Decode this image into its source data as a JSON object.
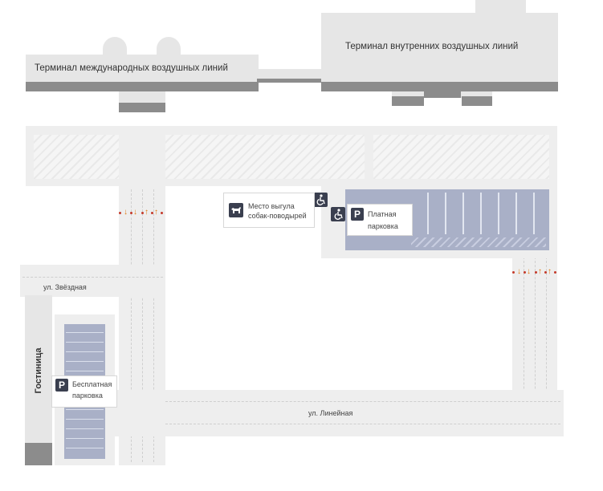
{
  "terminals": {
    "international": "Терминал международных воздушных линий",
    "domestic": "Терминал внутренних воздушных линий"
  },
  "hotel": "Гостиница",
  "streets": {
    "zvezdnaya": "ул. Звёздная",
    "lineynaya": "ул. Линейная"
  },
  "paid_parking": {
    "icon_letter": "P",
    "label_line1": "Платная",
    "label_line2": "парковка"
  },
  "free_parking": {
    "icon_letter": "P",
    "label_line1": "Бесплатная",
    "label_line2": "парковка"
  },
  "dog_area": {
    "label_line1": "Место выгула",
    "label_line2": "собак-поводырей"
  },
  "icons": {
    "parking": "parking-icon",
    "wheelchair": "wheelchair-icon",
    "dog": "dog-icon",
    "entry_arrows": "entry-arrow-icon"
  },
  "colors": {
    "building": "#e6e6e6",
    "building_shadow": "#8c8c8c",
    "parking_lot": "#a9b0c7",
    "parking_icon_bg": "#3a3f4f",
    "arrow_orange": "#e07a10",
    "dot_red": "#c43a2a"
  }
}
